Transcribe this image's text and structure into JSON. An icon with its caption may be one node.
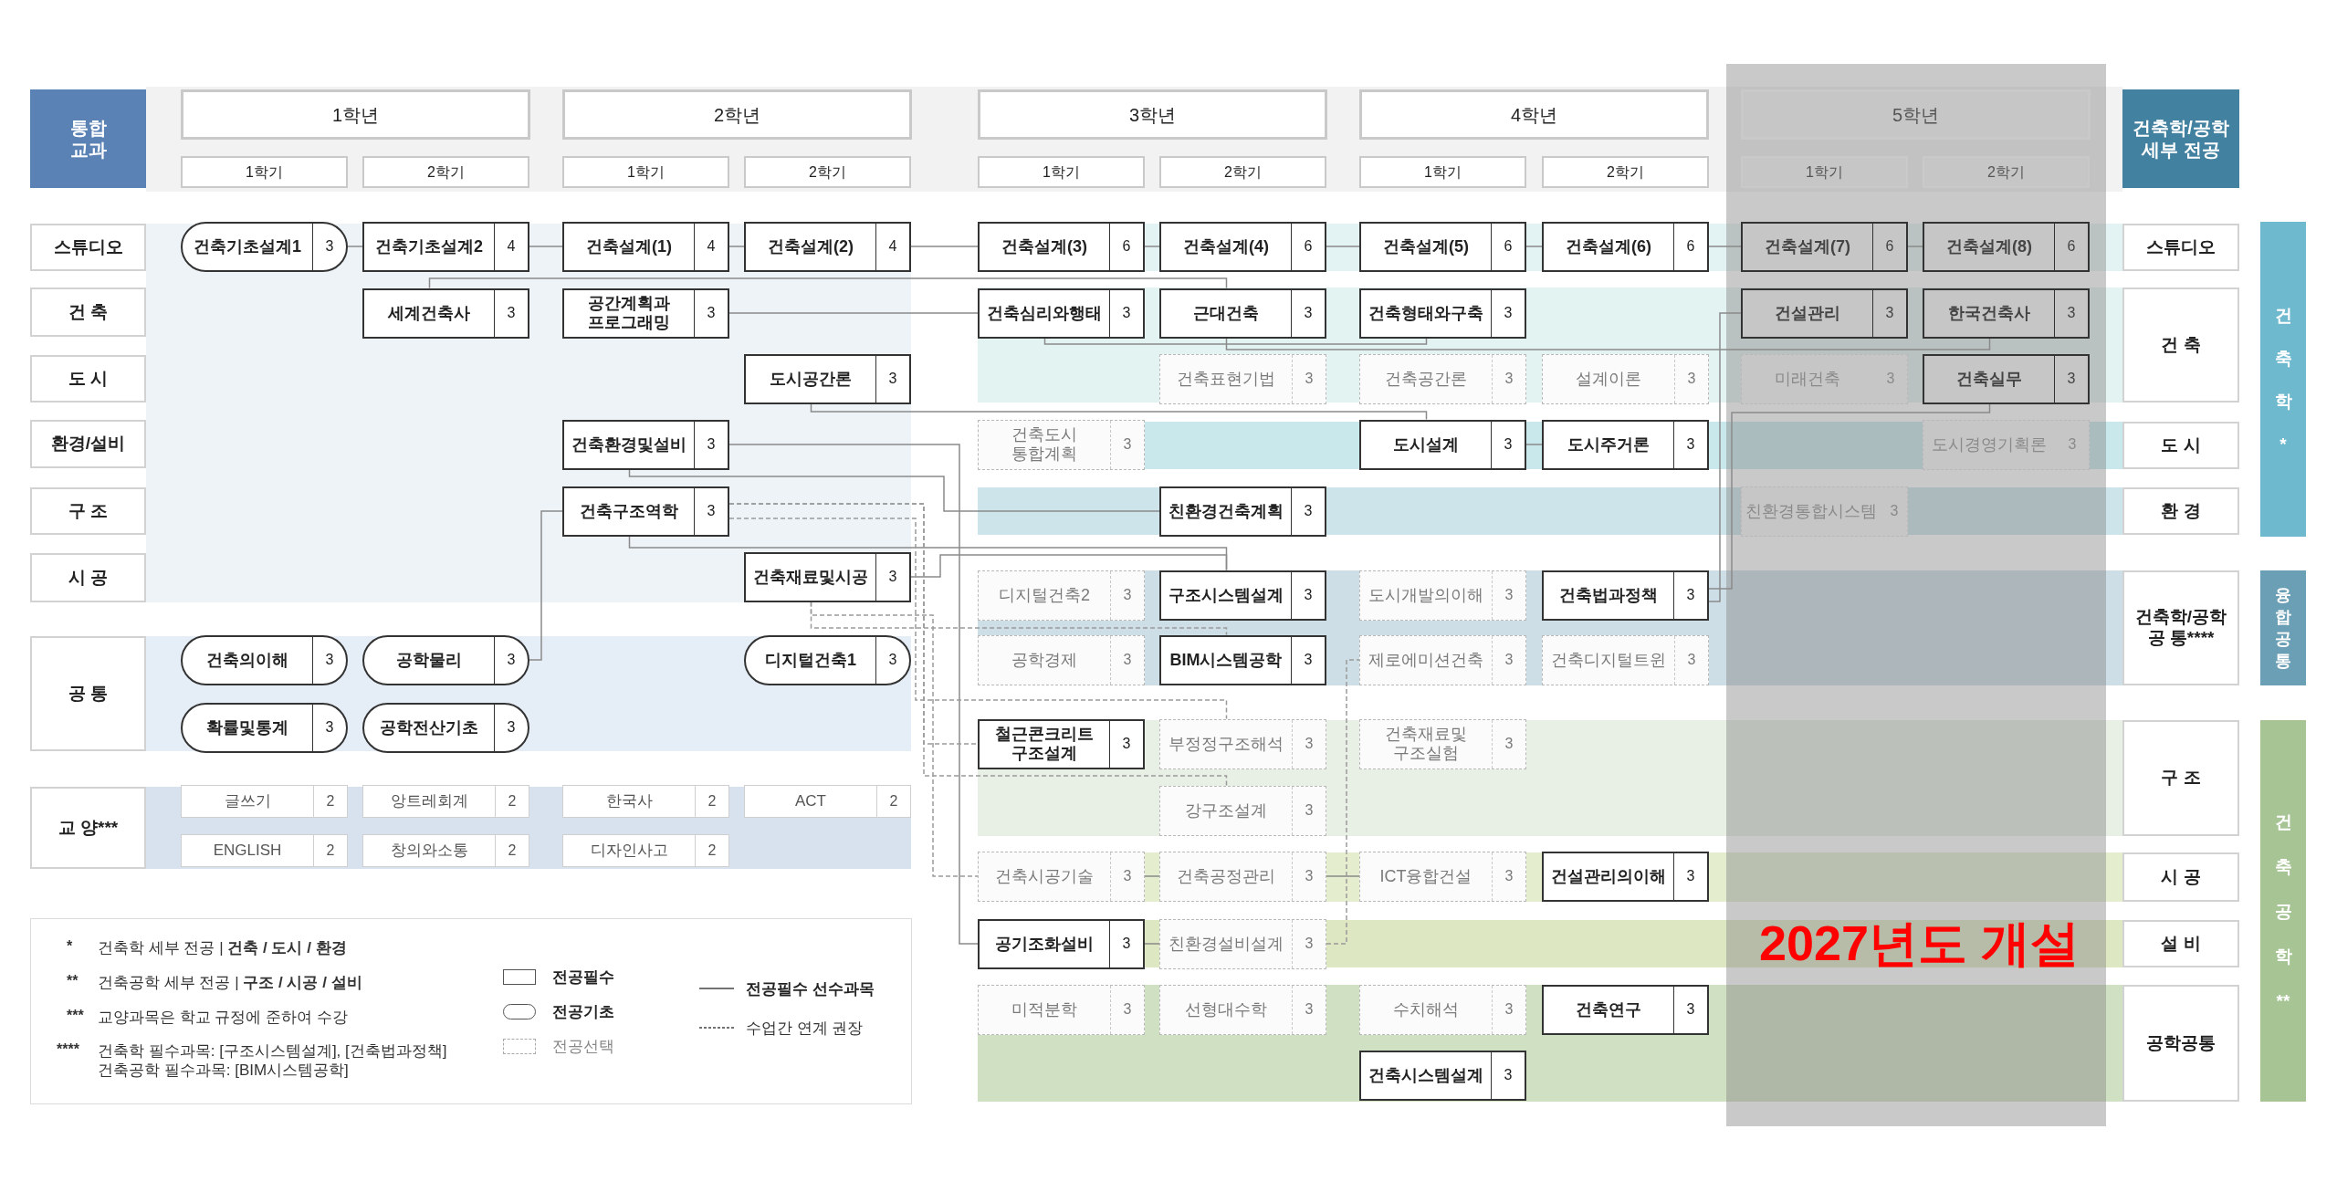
{
  "diagram": {
    "nodes": [
      {
        "text": [
          "통합 교과"
        ]
      },
      {
        "text": [
          "1학년"
        ]
      },
      {
        "text": [
          "2학년"
        ]
      },
      {
        "text": [
          "3학년"
        ]
      },
      {
        "text": [
          "4학년"
        ]
      },
      {
        "text": [
          "5학년"
        ]
      },
      {
        "text": [
          "건축학/공학 세부 전공"
        ]
      },
      {
        "text": [
          "1학기"
        ]
      },
      {
        "text": [
          "2학기"
        ]
      },
      {
        "text": [
          "1학기"
        ]
      },
      {
        "text": [
          "2학기"
        ]
      },
      {
        "text": [
          "1학기"
        ]
      },
      {
        "text": [
          "2학기"
        ]
      },
      {
        "text": [
          "1학기"
        ]
      },
      {
        "text": [
          "2학기"
        ]
      },
      {
        "text": [
          "1학기"
        ]
      },
      {
        "text": [
          "2학기"
        ]
      },
      {
        "text": [
          "스튜디오"
        ]
      },
      {
        "text": [
          "건 축"
        ]
      },
      {
        "text": [
          "도 시"
        ]
      },
      {
        "text": [
          "환경/설비"
        ]
      },
      {
        "text": [
          "구 조"
        ]
      },
      {
        "text": [
          "시 공"
        ]
      },
      {
        "text": [
          "공 통"
        ]
      },
      {
        "text": [
          "교 양***"
        ]
      },
      {
        "text": [
          "스튜디오"
        ]
      },
      {
        "text": [
          "건 축"
        ]
      },
      {
        "text": [
          "도 시"
        ]
      },
      {
        "text": [
          "환 경"
        ]
      },
      {
        "text": [
          "건축학/공학 공 통****"
        ]
      },
      {
        "text": [
          "구 조"
        ]
      },
      {
        "text": [
          "시 공"
        ]
      },
      {
        "text": [
          "설 비"
        ]
      },
      {
        "text": [
          "공학공통"
        ]
      },
      {
        "text": [
          "건축학*"
        ]
      },
      {
        "text": [
          "융합공통"
        ]
      },
      {
        "text": [
          "건축공학**"
        ]
      },
      {
        "text": [
          "건축기초설계1",
          "3"
        ]
      },
      {
        "text": [
          "건축기초설계2",
          "4"
        ]
      },
      {
        "text": [
          "건축설계(1)",
          "4"
        ]
      },
      {
        "text": [
          "건축설계(2)",
          "4"
        ]
      },
      {
        "text": [
          "건축설계(3)",
          "6"
        ]
      },
      {
        "text": [
          "건축설계(4)",
          "6"
        ]
      },
      {
        "text": [
          "건축설계(5)",
          "6"
        ]
      },
      {
        "text": [
          "건축설계(6)",
          "6"
        ]
      },
      {
        "text": [
          "건축설계(7)",
          "6"
        ]
      },
      {
        "text": [
          "건축설계(8)",
          "6"
        ]
      },
      {
        "text": [
          "세계건축사",
          "3"
        ]
      },
      {
        "text": [
          "공간계획과 프로그래밍",
          "3"
        ]
      },
      {
        "text": [
          "건축심리와행태",
          "3"
        ]
      },
      {
        "text": [
          "근대건축",
          "3"
        ]
      },
      {
        "text": [
          "건축형태와구축",
          "3"
        ]
      },
      {
        "text": [
          "건설관리",
          "3"
        ]
      },
      {
        "text": [
          "한국건축사",
          "3"
        ]
      },
      {
        "text": [
          "도시공간론",
          "3"
        ]
      },
      {
        "text": [
          "건축표현기법",
          "3"
        ]
      },
      {
        "text": [
          "건축공간론",
          "3"
        ]
      },
      {
        "text": [
          "설계이론",
          "3"
        ]
      },
      {
        "text": [
          "미래건축",
          "3"
        ]
      },
      {
        "text": [
          "건축실무",
          "3"
        ]
      },
      {
        "text": [
          "건축환경및설비",
          "3"
        ]
      },
      {
        "text": [
          "건축도시 통합계획",
          "3"
        ]
      },
      {
        "text": [
          "도시설계",
          "3"
        ]
      },
      {
        "text": [
          "도시주거론",
          "3"
        ]
      },
      {
        "text": [
          "도시경영기획론",
          "3"
        ]
      },
      {
        "text": [
          "건축구조역학",
          "3"
        ]
      },
      {
        "text": [
          "친환경건축계획",
          "3"
        ]
      },
      {
        "text": [
          "친환경통합시스템",
          "3"
        ]
      },
      {
        "text": [
          "건축재료및시공",
          "3"
        ]
      },
      {
        "text": [
          "디지털건축2",
          "3"
        ]
      },
      {
        "text": [
          "구조시스템설계",
          "3"
        ]
      },
      {
        "text": [
          "도시개발의이해",
          "3"
        ]
      },
      {
        "text": [
          "건축법과정책",
          "3"
        ]
      },
      {
        "text": [
          "건축의이해",
          "3"
        ]
      },
      {
        "text": [
          "공학물리",
          "3"
        ]
      },
      {
        "text": [
          "디지털건축1",
          "3"
        ]
      },
      {
        "text": [
          "공학경제",
          "3"
        ]
      },
      {
        "text": [
          "BIM시스템공학",
          "3"
        ]
      },
      {
        "text": [
          "제로에미션건축",
          "3"
        ]
      },
      {
        "text": [
          "건축디지털트윈",
          "3"
        ]
      },
      {
        "text": [
          "확률및통계",
          "3"
        ]
      },
      {
        "text": [
          "공학전산기초",
          "3"
        ]
      },
      {
        "text": [
          "글쓰기",
          "2"
        ]
      },
      {
        "text": [
          "앙트레회계",
          "2"
        ]
      },
      {
        "text": [
          "한국사",
          "2"
        ]
      },
      {
        "text": [
          "ACT",
          "2"
        ]
      },
      {
        "text": [
          "ENGLISH",
          "2"
        ]
      },
      {
        "text": [
          "창의와소통",
          "2"
        ]
      },
      {
        "text": [
          "디자인사고",
          "2"
        ]
      },
      {
        "text": [
          "철근콘크리트 구조설계",
          "3"
        ]
      },
      {
        "text": [
          "부정정구조해석",
          "3"
        ]
      },
      {
        "text": [
          "건축재료및 구조실험",
          "3"
        ]
      },
      {
        "text": [
          "강구조설계",
          "3"
        ]
      },
      {
        "text": [
          "건축시공기술",
          "3"
        ]
      },
      {
        "text": [
          "건축공정관리",
          "3"
        ]
      },
      {
        "text": [
          "ICT융합건설",
          "3"
        ]
      },
      {
        "text": [
          "건설관리의이해",
          "3"
        ]
      },
      {
        "text": [
          "공기조화설비",
          "3"
        ]
      },
      {
        "text": [
          "친환경설비설계",
          "3"
        ]
      },
      {
        "text": [
          "미적분학",
          "3"
        ]
      },
      {
        "text": [
          "선형대수학",
          "3"
        ]
      },
      {
        "text": [
          "수치해석",
          "3"
        ]
      },
      {
        "text": [
          "건축연구",
          "3"
        ]
      },
      {
        "text": [
          "건축시스템설계",
          "3"
        ]
      }
    ],
    "edges": [
      {
        "from": 37,
        "to": 38,
        "arrow": "none"
      },
      {
        "from": 38,
        "to": 39,
        "arrow": "none"
      },
      {
        "from": 39,
        "to": 40,
        "arrow": "none"
      },
      {
        "from": 40,
        "to": 41,
        "arrow": "none"
      },
      {
        "from": 41,
        "to": 42,
        "arrow": "none"
      },
      {
        "from": 42,
        "to": 43,
        "arrow": "none"
      },
      {
        "from": 43,
        "to": 44,
        "arrow": "none"
      },
      {
        "from": 44,
        "to": 45,
        "arrow": "none"
      },
      {
        "from": 45,
        "to": 46,
        "arrow": "none"
      },
      {
        "from": 47,
        "to": 50,
        "arrow": "none"
      },
      {
        "from": 48,
        "to": 49,
        "arrow": "none"
      },
      {
        "from": 49,
        "to": 51,
        "arrow": "none"
      },
      {
        "from": 50,
        "to": 53,
        "arrow": "none"
      },
      {
        "from": 54,
        "to": 62,
        "arrow": "none"
      },
      {
        "from": 60,
        "to": 97,
        "arrow": "none"
      },
      {
        "from": 60,
        "to": 66,
        "arrow": "none"
      },
      {
        "from": 65,
        "to": 70,
        "arrow": "none"
      },
      {
        "from": 68,
        "to": 70,
        "arrow": "none"
      },
      {
        "from": 74,
        "to": 65,
        "arrow": "none"
      },
      {
        "from": 72,
        "to": 59,
        "arrow": "none"
      },
      {
        "from": 72,
        "to": 52,
        "arrow": "none"
      },
      {
        "from": 62,
        "to": 63,
        "arrow": "none"
      },
      {
        "from": 93,
        "to": 94,
        "arrow": "none"
      },
      {
        "from": 94,
        "to": 95,
        "arrow": "none"
      },
      {
        "from": 97,
        "to": 98,
        "arrow": "none"
      },
      {
        "from": 65,
        "to": 89,
        "arrow": "none",
        "style": "dashed"
      },
      {
        "from": 65,
        "to": 90,
        "arrow": "none",
        "style": "dashed"
      },
      {
        "from": 65,
        "to": 92,
        "arrow": "none",
        "style": "dashed"
      },
      {
        "from": 68,
        "to": 77,
        "arrow": "none",
        "style": "dashed"
      },
      {
        "from": 68,
        "to": 93,
        "arrow": "none",
        "style": "dashed"
      },
      {
        "from": 98,
        "to": 78,
        "arrow": "none",
        "style": "dashed"
      }
    ],
    "labels": [
      "*",
      "건축학 세부 전공 | **건축 / 도시 / 환경**",
      "**",
      "건축공학 세부 전공 | **구조 / 시공 / 설비**",
      "***",
      "교양과목은 학교 규정에 준하여 수강",
      "****",
      "건축학 필수과목: [구조시스템설계], [건축법과정책] 건축공학 필수과목: [BIM시스템공학]",
      "2027년도 개설"
    ],
    "legend": [
      {
        "text": "전공필수"
      },
      {
        "text": "전공기초"
      },
      {
        "text": "전공선택"
      },
      {
        "text": "전공필수 선수과목"
      },
      {
        "text": "수업간 연계 권장"
      }
    ]
  }
}
